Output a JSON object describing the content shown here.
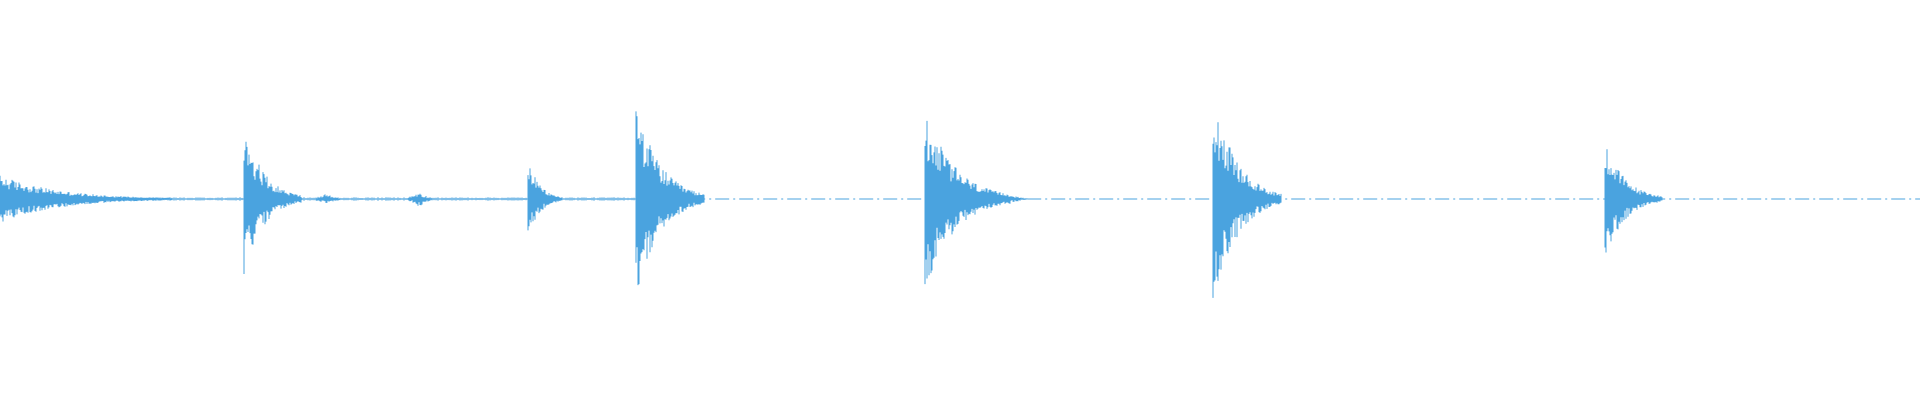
{
  "waveform": {
    "color": "#4aa3df",
    "background": "#ffffff",
    "baseline_dashed_after_fraction": 0.36,
    "transients": [
      {
        "time": 0.0,
        "peak": 0.12,
        "decay": 0.03
      },
      {
        "time": 0.127,
        "peak": 0.38,
        "decay": 0.01
      },
      {
        "time": 0.275,
        "peak": 0.2,
        "decay": 0.006
      },
      {
        "time": 0.331,
        "peak": 0.5,
        "decay": 0.012
      },
      {
        "time": 0.482,
        "peak": 0.46,
        "decay": 0.015
      },
      {
        "time": 0.632,
        "peak": 0.54,
        "decay": 0.012
      },
      {
        "time": 0.836,
        "peak": 0.3,
        "decay": 0.01
      }
    ],
    "minor_bumps": [
      {
        "time": 0.048,
        "peak": 0.03
      },
      {
        "time": 0.17,
        "peak": 0.03
      },
      {
        "time": 0.218,
        "peak": 0.04
      },
      {
        "time": 0.282,
        "peak": 0.05
      },
      {
        "time": 0.528,
        "peak": 0.02
      }
    ]
  }
}
